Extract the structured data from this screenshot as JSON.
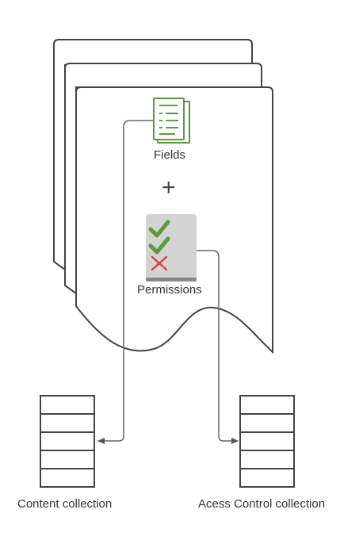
{
  "labels": {
    "fields": "Fields",
    "permissions": "Permissions",
    "content_collection": "Content collection",
    "access_control_collection": "Acess Control collection"
  },
  "operator": "+",
  "icons": {
    "fields": "document-list-icon",
    "permissions": "checklist-icon"
  },
  "colors": {
    "green": "#5a9a3c",
    "red": "#d9433a",
    "stroke": "#444444",
    "connector": "#666666",
    "permissions_bg": "#d3d3d3"
  }
}
